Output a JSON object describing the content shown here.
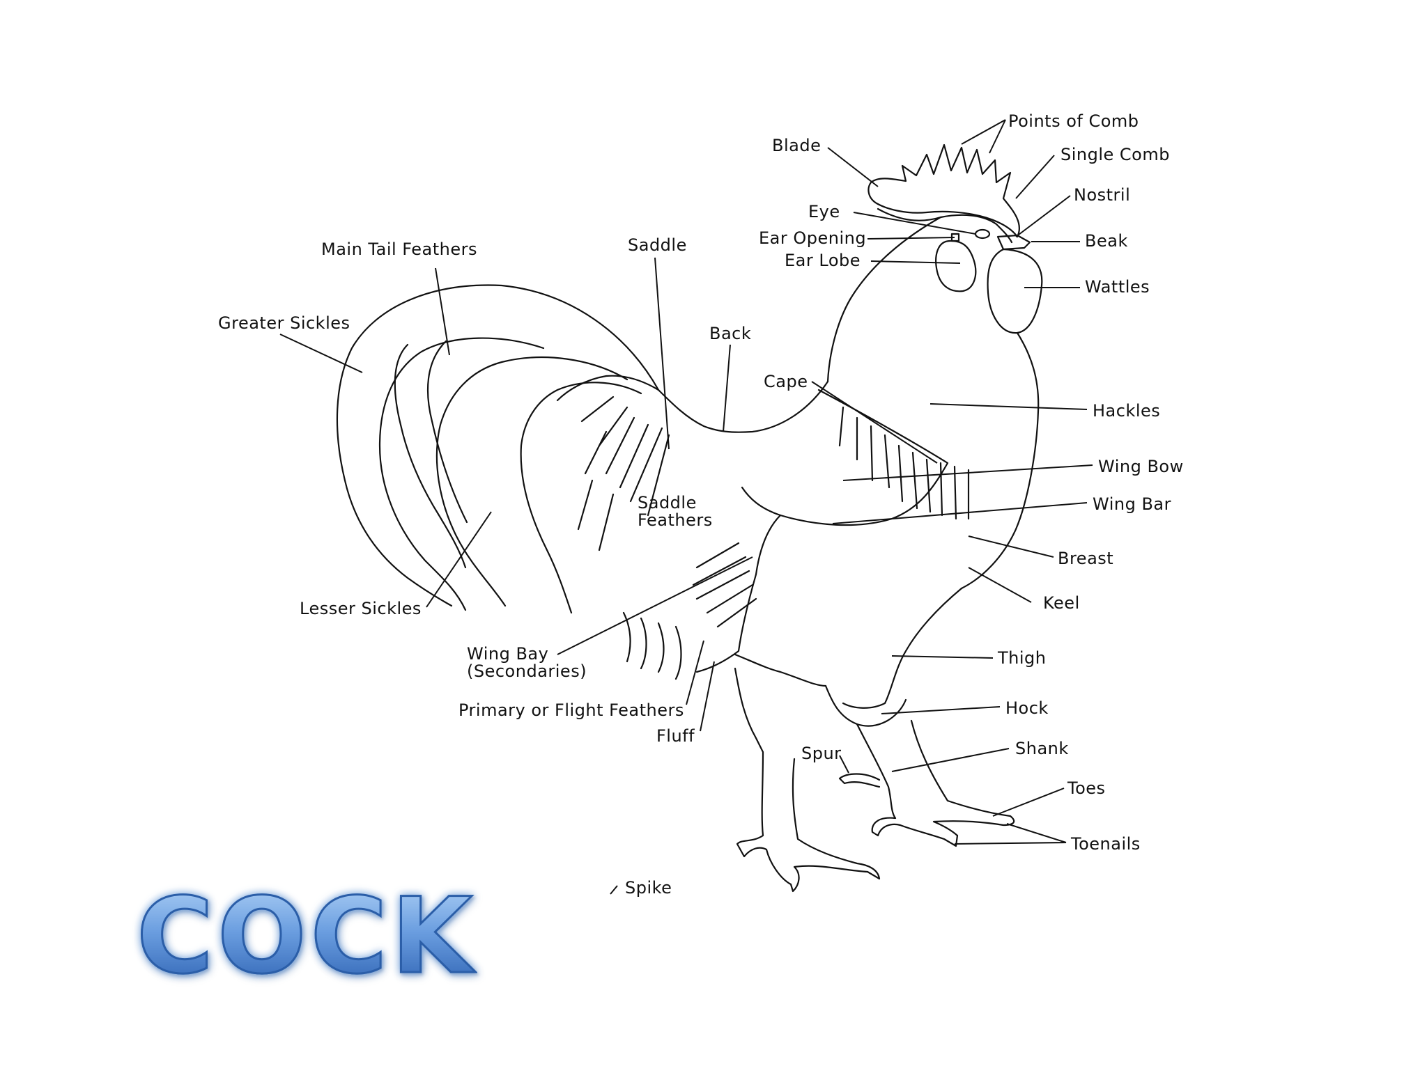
{
  "title": "COCK",
  "labels": {
    "points_of_comb": "Points of Comb",
    "blade": "Blade",
    "single_comb": "Single Comb",
    "nostril": "Nostril",
    "eye": "Eye",
    "ear_opening": "Ear Opening",
    "beak": "Beak",
    "ear_lobe": "Ear Lobe",
    "wattles": "Wattles",
    "main_tail_feathers": "Main Tail Feathers",
    "saddle": "Saddle",
    "greater_sickles": "Greater Sickles",
    "back": "Back",
    "cape": "Cape",
    "hackles": "Hackles",
    "wing_bow": "Wing Bow",
    "wing_bar": "Wing Bar",
    "saddle_feathers_1": "Saddle",
    "saddle_feathers_2": "Feathers",
    "breast": "Breast",
    "keel": "Keel",
    "lesser_sickles": "Lesser Sickles",
    "wing_bay_1": "Wing Bay",
    "wing_bay_2": "(Secondaries)",
    "thigh": "Thigh",
    "hock": "Hock",
    "primary_flight": "Primary or Flight Feathers",
    "fluff": "Fluff",
    "spur": "Spur",
    "shank": "Shank",
    "toes": "Toes",
    "toenails": "Toenails",
    "spike": "Spike"
  }
}
